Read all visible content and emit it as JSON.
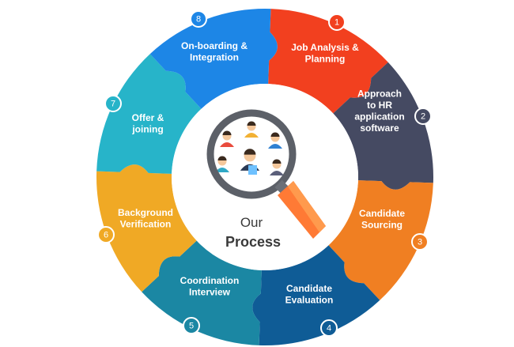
{
  "center": {
    "line1": "Our",
    "line2": "Process"
  },
  "steps": [
    {
      "number": "1",
      "lines": [
        "Job Analysis &",
        "Planning"
      ],
      "color": "#f2401f"
    },
    {
      "number": "2",
      "lines": [
        "Approach",
        "to HR",
        "application",
        "software"
      ],
      "color": "#454a62"
    },
    {
      "number": "3",
      "lines": [
        "Candidate",
        "Sourcing"
      ],
      "color": "#f07f22"
    },
    {
      "number": "4",
      "lines": [
        "Candidate",
        "Evaluation"
      ],
      "color": "#0f5c96"
    },
    {
      "number": "5",
      "lines": [
        "Coordination",
        "Interview"
      ],
      "color": "#1b87a3"
    },
    {
      "number": "6",
      "lines": [
        "Background",
        "Verification"
      ],
      "color": "#f0a925"
    },
    {
      "number": "7",
      "lines": [
        "Offer &",
        "joining"
      ],
      "color": "#27b4c9"
    },
    {
      "number": "8",
      "lines": [
        "On-boarding &",
        "Integration"
      ],
      "color": "#1d86e6"
    }
  ],
  "icons": {
    "magnifier": "magnifying-glass-icon",
    "people": "team-people-icon"
  }
}
